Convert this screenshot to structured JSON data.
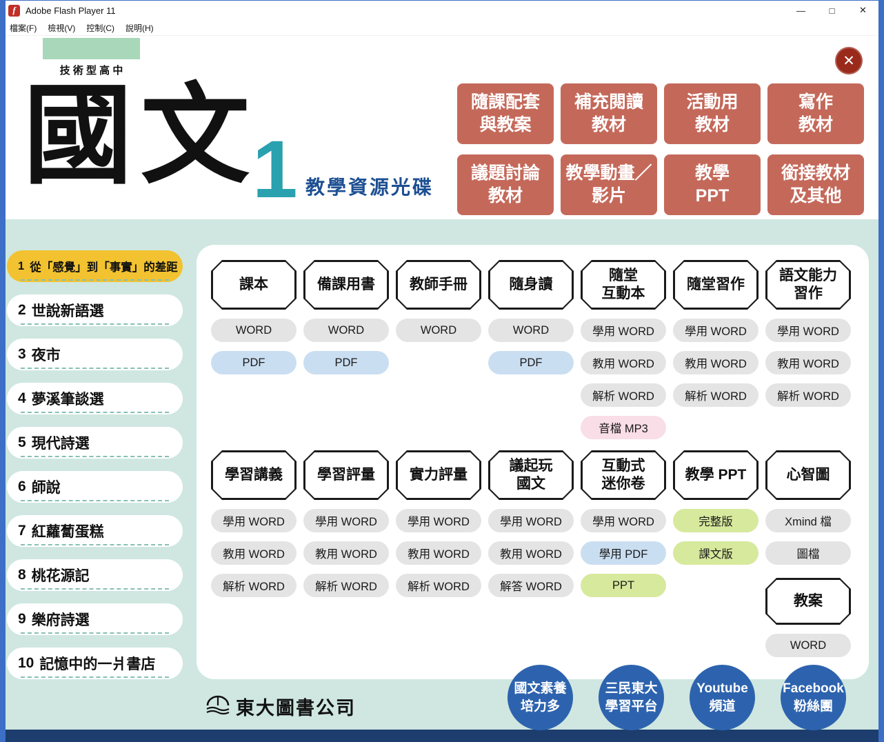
{
  "window": {
    "title": "Adobe Flash Player 11",
    "menu": [
      "檔案(F)",
      "檢視(V)",
      "控制(C)",
      "說明(H)"
    ],
    "controls": {
      "minimize": "—",
      "maximize": "□",
      "close": "✕"
    }
  },
  "icons": {
    "flash_f": "f",
    "close_x": "✕"
  },
  "header": {
    "school_type": "技 術 型 高 中",
    "title": "國文",
    "volume": "1",
    "subtitle": "教學資源光碟"
  },
  "nav_buttons": [
    {
      "label": "隨課配套\n與教案"
    },
    {
      "label": "補充閱讀\n教材"
    },
    {
      "label": "活動用\n教材"
    },
    {
      "label": "寫作\n教材"
    },
    {
      "label": "議題討論\n教材"
    },
    {
      "label": "教學動畫／\n影片"
    },
    {
      "label": "教學\nPPT"
    },
    {
      "label": "銜接教材\n及其他"
    }
  ],
  "sidebar": [
    {
      "num": "1",
      "title": "從「感覺」到「事實」的差距",
      "active": true
    },
    {
      "num": "2",
      "title": "世說新語選"
    },
    {
      "num": "3",
      "title": "夜市"
    },
    {
      "num": "4",
      "title": "夢溪筆談選"
    },
    {
      "num": "5",
      "title": "現代詩選"
    },
    {
      "num": "6",
      "title": "師說"
    },
    {
      "num": "7",
      "title": "紅蘿蔔蛋糕"
    },
    {
      "num": "8",
      "title": "桃花源記"
    },
    {
      "num": "9",
      "title": "樂府詩選"
    },
    {
      "num": "10",
      "title": "記憶中的一爿書店"
    }
  ],
  "resources": {
    "row1": [
      {
        "header": "課本",
        "items": [
          {
            "label": "WORD",
            "style": "gray"
          },
          {
            "label": "PDF",
            "style": "blue"
          }
        ]
      },
      {
        "header": "備課用書",
        "items": [
          {
            "label": "WORD",
            "style": "gray"
          },
          {
            "label": "PDF",
            "style": "blue"
          }
        ]
      },
      {
        "header": "教師手冊",
        "items": [
          {
            "label": "WORD",
            "style": "gray"
          }
        ]
      },
      {
        "header": "隨身讀",
        "items": [
          {
            "label": "WORD",
            "style": "gray"
          },
          {
            "label": "PDF",
            "style": "blue"
          }
        ]
      },
      {
        "header": "隨堂\n互動本",
        "items": [
          {
            "label": "學用 WORD",
            "style": "gray"
          },
          {
            "label": "教用 WORD",
            "style": "gray"
          },
          {
            "label": "解析 WORD",
            "style": "gray"
          },
          {
            "label": "音檔 MP3",
            "style": "pink"
          }
        ]
      },
      {
        "header": "隨堂習作",
        "items": [
          {
            "label": "學用 WORD",
            "style": "gray"
          },
          {
            "label": "教用 WORD",
            "style": "gray"
          },
          {
            "label": "解析 WORD",
            "style": "gray"
          }
        ]
      },
      {
        "header": "語文能力\n習作",
        "items": [
          {
            "label": "學用 WORD",
            "style": "gray"
          },
          {
            "label": "教用 WORD",
            "style": "gray"
          },
          {
            "label": "解析 WORD",
            "style": "gray"
          }
        ]
      }
    ],
    "row2": [
      {
        "header": "學習講義",
        "items": [
          {
            "label": "學用 WORD",
            "style": "gray"
          },
          {
            "label": "教用 WORD",
            "style": "gray"
          },
          {
            "label": "解析 WORD",
            "style": "gray"
          }
        ]
      },
      {
        "header": "學習評量",
        "items": [
          {
            "label": "學用 WORD",
            "style": "gray"
          },
          {
            "label": "教用 WORD",
            "style": "gray"
          },
          {
            "label": "解析 WORD",
            "style": "gray"
          }
        ]
      },
      {
        "header": "實力評量",
        "items": [
          {
            "label": "學用 WORD",
            "style": "gray"
          },
          {
            "label": "教用 WORD",
            "style": "gray"
          },
          {
            "label": "解析 WORD",
            "style": "gray"
          }
        ]
      },
      {
        "header": "議起玩\n國文",
        "items": [
          {
            "label": "學用 WORD",
            "style": "gray"
          },
          {
            "label": "教用 WORD",
            "style": "gray"
          },
          {
            "label": "解答 WORD",
            "style": "gray"
          }
        ]
      },
      {
        "header": "互動式\n迷你卷",
        "items": [
          {
            "label": "學用 WORD",
            "style": "gray"
          },
          {
            "label": "學用 PDF",
            "style": "blue"
          },
          {
            "label": "PPT",
            "style": "green"
          }
        ]
      },
      {
        "header": "教學 PPT",
        "items": [
          {
            "label": "完整版",
            "style": "green"
          },
          {
            "label": "課文版",
            "style": "green"
          }
        ]
      },
      {
        "header": "心智圖",
        "items": [
          {
            "label": "Xmind 檔",
            "style": "gray"
          },
          {
            "label": "圖檔",
            "style": "gray"
          }
        ],
        "sub_header": "教案",
        "sub_items": [
          {
            "label": "WORD",
            "style": "gray"
          }
        ]
      }
    ]
  },
  "footer": {
    "company": "東大圖書公司",
    "links": [
      {
        "label": "國文素養\n培力多"
      },
      {
        "label": "三民東大\n學習平台"
      },
      {
        "label": "Youtube\n頻道"
      },
      {
        "label": "Facebook\n粉絲團"
      }
    ]
  },
  "colors": {
    "nav_button": "#c4695a",
    "background_teal": "#cfe7e0",
    "active_lesson": "#f2c230",
    "accent_teal": "#2aa1af",
    "subtitle_blue": "#1d4f92",
    "footer_circle": "#2d63ae",
    "navy_bar": "#1c3d6e",
    "word_button": "#e4e4e4",
    "pdf_button": "#cadef1",
    "mp3_button": "#f9dde7",
    "ppt_button": "#d7e99c",
    "logo_green": "#a8d8b9",
    "close_button": "#9a2a1b"
  }
}
